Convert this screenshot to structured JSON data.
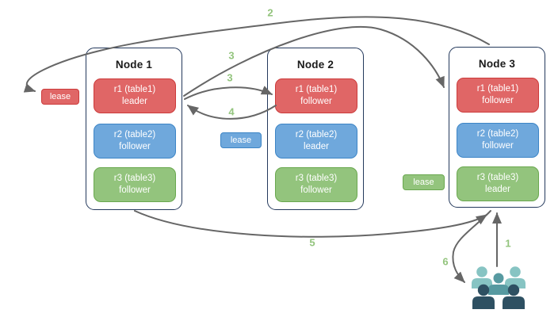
{
  "diagram": {
    "nodes": [
      {
        "title": "Node 1",
        "replicas": [
          {
            "name": "r1 (table1)",
            "role": "leader",
            "color": "#e06666"
          },
          {
            "name": "r2 (table2)",
            "role": "follower",
            "color": "#6fa8dc"
          },
          {
            "name": "r3 (table3)",
            "role": "follower",
            "color": "#93c47d"
          }
        ]
      },
      {
        "title": "Node 2",
        "replicas": [
          {
            "name": "r1 (table1)",
            "role": "follower",
            "color": "#e06666"
          },
          {
            "name": "r2 (table2)",
            "role": "leader",
            "color": "#6fa8dc"
          },
          {
            "name": "r3 (table3)",
            "role": "follower",
            "color": "#93c47d"
          }
        ]
      },
      {
        "title": "Node 3",
        "replicas": [
          {
            "name": "r1 (table1)",
            "role": "follower",
            "color": "#e06666"
          },
          {
            "name": "r2 (table2)",
            "role": "follower",
            "color": "#6fa8dc"
          },
          {
            "name": "r3 (table3)",
            "role": "leader",
            "color": "#93c47d"
          }
        ]
      }
    ],
    "leases": [
      {
        "label": "lease",
        "color": "#e06666"
      },
      {
        "label": "lease",
        "color": "#6fa8dc"
      },
      {
        "label": "lease",
        "color": "#93c47d"
      }
    ],
    "steps": [
      {
        "label": "1"
      },
      {
        "label": "2"
      },
      {
        "label": "3"
      },
      {
        "label": "3"
      },
      {
        "label": "4"
      },
      {
        "label": "5"
      },
      {
        "label": "6"
      }
    ],
    "icons": {
      "users": "users-group-icon"
    }
  },
  "colors": {
    "red-fill": "#e06666",
    "red-border": "#cc3b3b",
    "blue-fill": "#6fa8dc",
    "blue-border": "#3d85c6",
    "green-fill": "#93c47d",
    "green-border": "#6aa84f",
    "node-border": "#24395c",
    "arrow": "#666666",
    "step": "#93c47d",
    "people-light": "#87c4c3",
    "people-mid": "#579aa1",
    "people-dark": "#2e5062",
    "on-fill": "#ffffff",
    "title": "#1a1a1a"
  }
}
